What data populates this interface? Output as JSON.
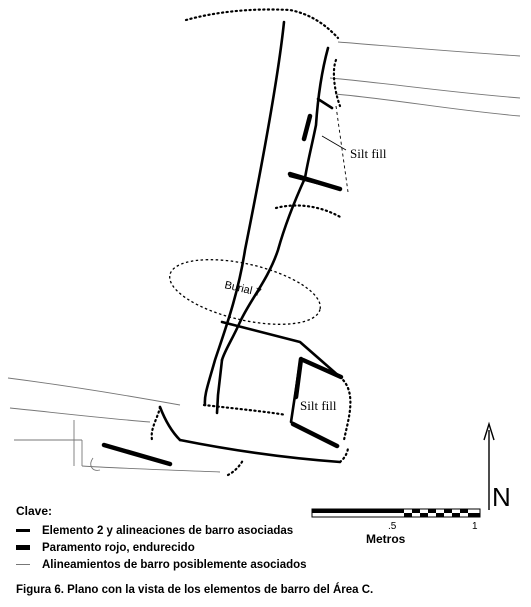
{
  "labels": {
    "silt_fill_upper": "Silt fill",
    "silt_fill_lower": "Silt fill",
    "burial": "Burial 7",
    "north": "N"
  },
  "scale": {
    "title": "Metros",
    "tick_mid": ".5",
    "tick_end": "1"
  },
  "legend": {
    "title": "Clave:",
    "items": [
      {
        "label": "Elemento 2 y alineaciones de barro asociadas"
      },
      {
        "label": "Paramento rojo, endurecido"
      },
      {
        "label": "Alineamientos de barro posiblemente asociados"
      }
    ]
  },
  "caption": "Figura 6.  Plano con la vista de los elementos de barro del Área C."
}
